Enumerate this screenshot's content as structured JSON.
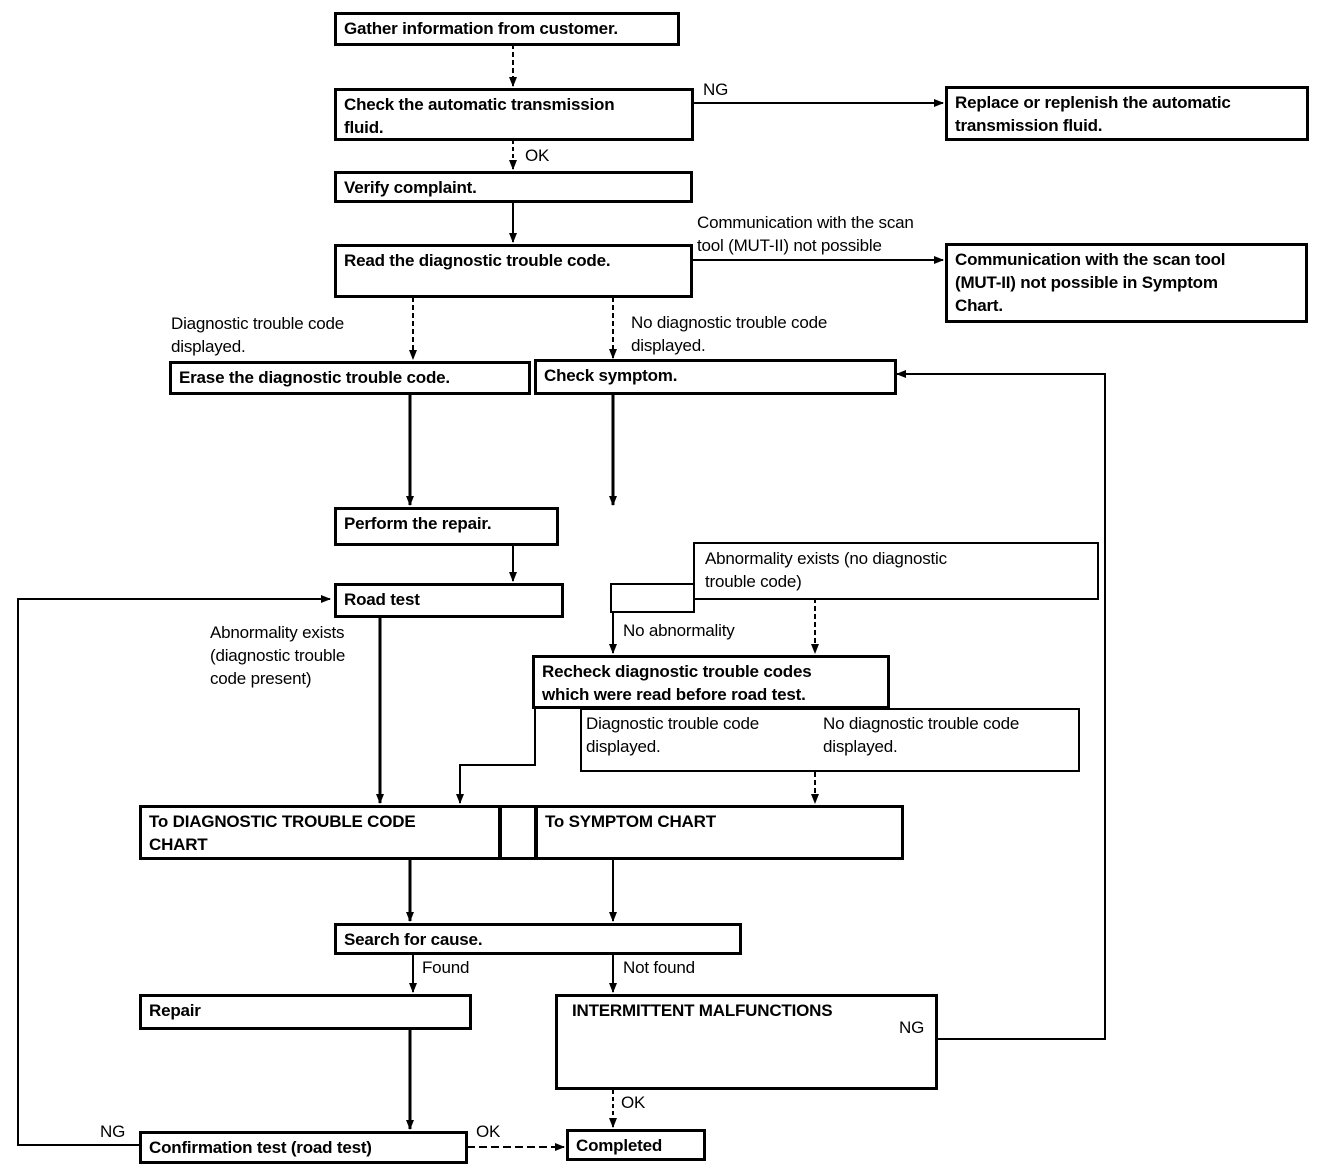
{
  "boxes": {
    "gather": "Gather information from customer.",
    "check_fluid": "Check the automatic transmission\nfluid.",
    "replace_fluid": "Replace or replenish the automatic\ntransmission fluid.",
    "verify": "Verify complaint.",
    "read_dtc": "Read the diagnostic trouble code.",
    "comm_not_possible": "Communication with the scan tool\n(MUT-II) not possible in Symptom\nChart.",
    "erase_dtc": "Erase the diagnostic trouble code.",
    "check_symptom": "Check symptom.",
    "perform_repair": "Perform the repair.",
    "road_test": "Road test",
    "recheck": "Recheck diagnostic trouble codes\nwhich were read before road test.",
    "to_dtc_chart": "To DIAGNOSTIC TROUBLE CODE\nCHART",
    "to_symptom_chart": "To SYMPTOM CHART",
    "search_cause": "Search for cause.",
    "repair": "Repair",
    "intermittent": "INTERMITTENT MALFUNCTIONS",
    "confirmation": "Confirmation test (road test)",
    "completed": "Completed"
  },
  "labels": {
    "ng_fluid": "NG",
    "ok_fluid": "OK",
    "comm_label": "Communication with the scan\ntool (MUT-II) not possible",
    "dtc_displayed": "Diagnostic trouble code\ndisplayed.",
    "no_dtc_displayed": "No diagnostic trouble code\ndisplayed.",
    "abnormality_no_dtc": "Abnormality exists (no diagnostic\ntrouble code)",
    "no_abnormality": "No abnormality",
    "abnormality_dtc_present": "Abnormality exists\n(diagnostic trouble\ncode present)",
    "recheck_dtc_displayed": "Diagnostic trouble code\ndisplayed.",
    "recheck_no_dtc_displayed": "No diagnostic trouble code\ndisplayed.",
    "found": "Found",
    "not_found": "Not found",
    "ng_intermittent": "NG",
    "ok_intermittent": "OK",
    "ng_confirmation": "NG",
    "ok_confirmation": "OK"
  }
}
